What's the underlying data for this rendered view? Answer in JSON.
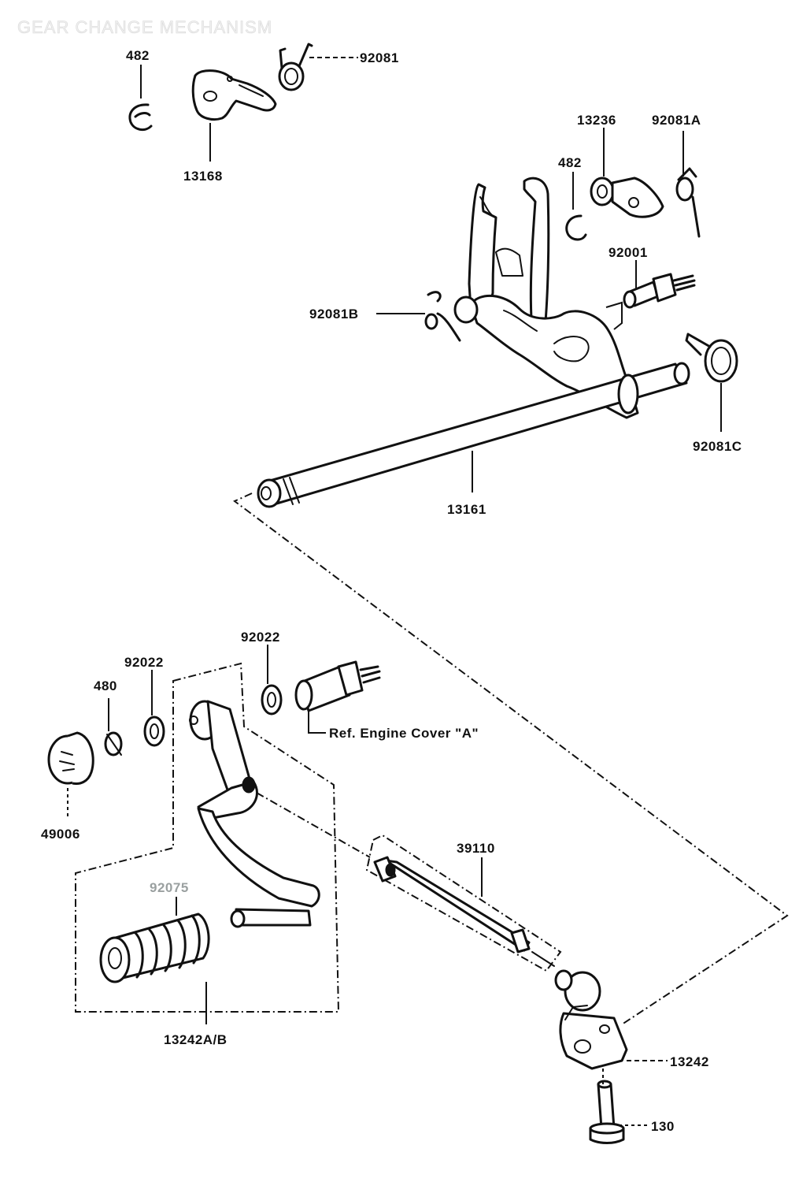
{
  "title": "GEAR CHANGE MECHANISM",
  "labels": {
    "p482_top": "482",
    "p92081": "92081",
    "p13168": "13168",
    "p13236": "13236",
    "p92081A": "92081A",
    "p482_right": "482",
    "p92001": "92001",
    "p92081B": "92081B",
    "p92081C": "92081C",
    "p13161": "13161",
    "p92022_upper": "92022",
    "p92022_lower": "92022",
    "p480": "480",
    "p49006": "49006",
    "ref_engine_cover": "Ref. Engine Cover \"A\"",
    "p39110": "39110",
    "p92075": "92075",
    "p13242AB": "13242A/B",
    "p13242": "13242",
    "p130": "130"
  }
}
